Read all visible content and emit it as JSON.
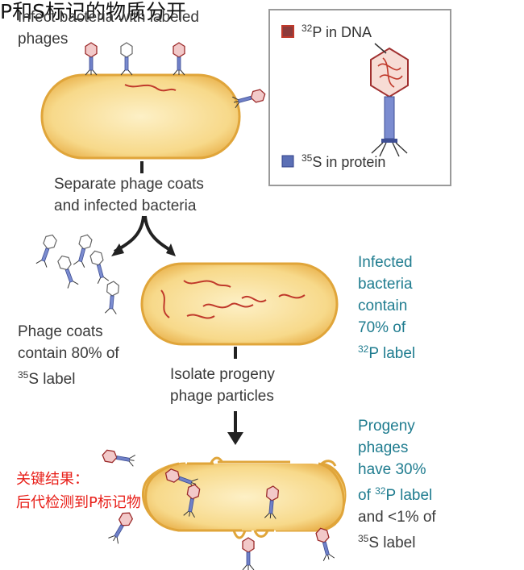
{
  "step1": {
    "line1": "Infect bacteria with labeled",
    "line2": "phages"
  },
  "legend": {
    "dna_sup": "32",
    "dna_text": "P in DNA",
    "protein_sup": "35",
    "protein_text": "S in protein",
    "dna_color": "#c0392b",
    "protein_color": "#5b6fb5"
  },
  "step2": {
    "line1": "Separate phage coats",
    "line2": "and infected bacteria"
  },
  "annotation_cn": "P和S标记的物质分开",
  "coats_result": {
    "line1": "Phage coats",
    "line2": "contain 80% of",
    "sup": "35",
    "line3": "S label"
  },
  "infected_result": {
    "line1": "Infected",
    "line2": "bacteria",
    "line3": "contain",
    "line4": "70% of",
    "sup": "32",
    "line5": "P label"
  },
  "step3": {
    "line1": "Isolate progeny",
    "line2": "phage particles"
  },
  "progeny_result": {
    "line1": "Progeny",
    "line2": "phages",
    "line3": "have 30%",
    "line4_pre": "of ",
    "sup1": "32",
    "line4_post": "P label",
    "line5": "and <1% of",
    "sup2": "35",
    "line6": "S label"
  },
  "key_result": {
    "line1": "关键结果：",
    "line2": "后代检测到P标记物"
  },
  "colors": {
    "bacteria_fill": "#f7d98a",
    "bacteria_stroke": "#e0a53a",
    "teal_text": "#1f7c8f",
    "red_text": "#e8201a"
  }
}
